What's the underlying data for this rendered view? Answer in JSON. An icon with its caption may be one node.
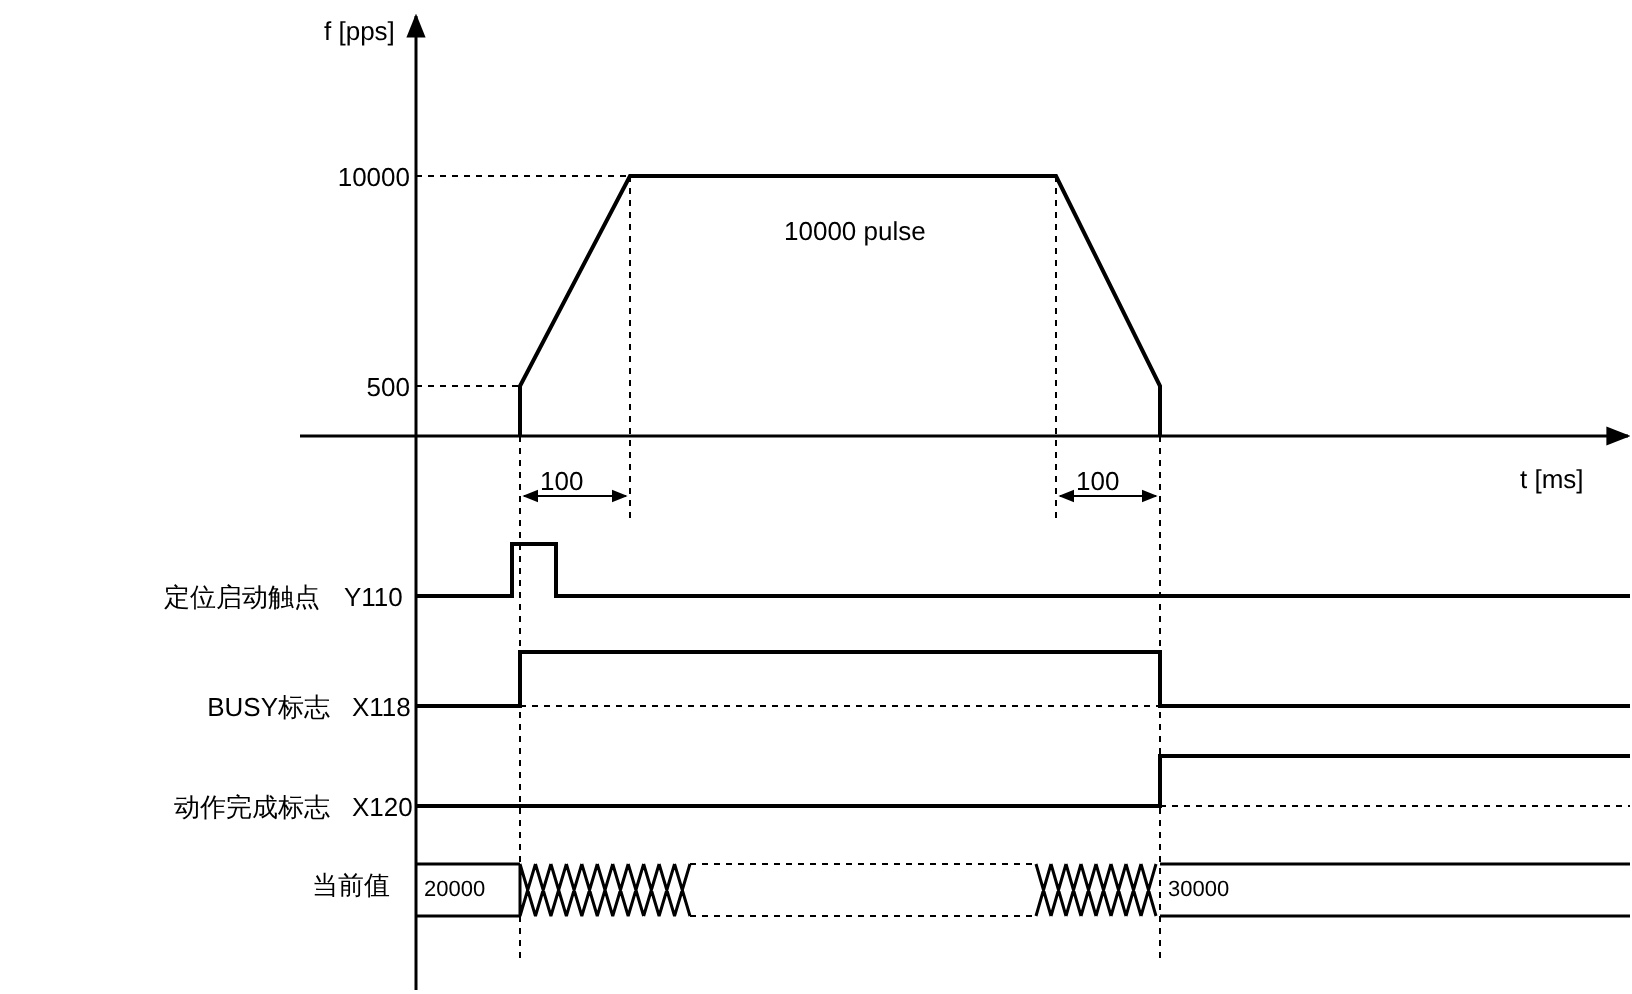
{
  "diagram": {
    "labels": [
      "f [pps]",
      "10000",
      "500",
      "10000 pulse",
      "100",
      "100",
      "t [ms]",
      "定位启动触点",
      "Y110",
      "BUSY标志",
      "X118",
      "动作完成标志",
      "X120",
      "当前值",
      "20000",
      "30000"
    ]
  }
}
